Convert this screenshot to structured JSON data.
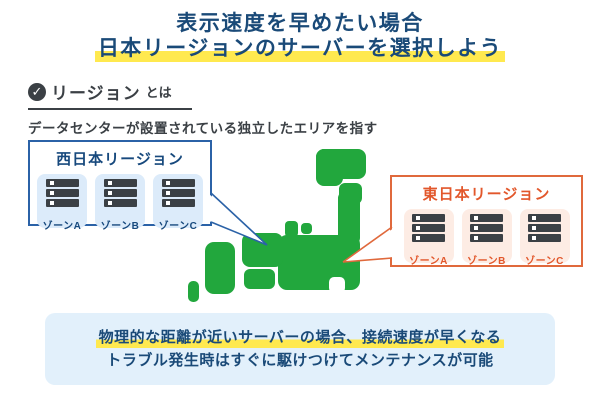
{
  "header": {
    "line1": "表示速度を早めたい場合",
    "line2": "日本リージョンのサーバーを選択しよう"
  },
  "definition": {
    "term": "リージョン",
    "term_suffix": "とは",
    "description": "データセンターが設置されている独立したエリアを指す"
  },
  "regions": {
    "west": {
      "title": "西日本リージョン",
      "zones": [
        "ゾーンA",
        "ゾーンB",
        "ゾーンC"
      ]
    },
    "east": {
      "title": "東日本リージョン",
      "zones": [
        "ゾーンA",
        "ゾーンB",
        "ゾーンC"
      ]
    }
  },
  "footer": {
    "line1": "物理的な距離が近いサーバーの場合、接続速度が早くなる",
    "line2": "トラブル発生時はすぐに駆けつけてメンテナンスが可能"
  },
  "icons": {
    "check": "check-icon",
    "server": "server-icon"
  },
  "colors": {
    "navy_text": "#1a4a78",
    "charcoal_text": "#3b4045",
    "map_green": "#22a73d",
    "west_blue": "#2b62a7",
    "east_orange_border": "#e0693c",
    "east_orange_text": "#e2572b",
    "highlight_yellow": "#ffe94f",
    "tile_blue_bg": "#dcebfa",
    "tile_peach_bg": "#fdece4",
    "footer_bg": "#e2f0fb"
  }
}
